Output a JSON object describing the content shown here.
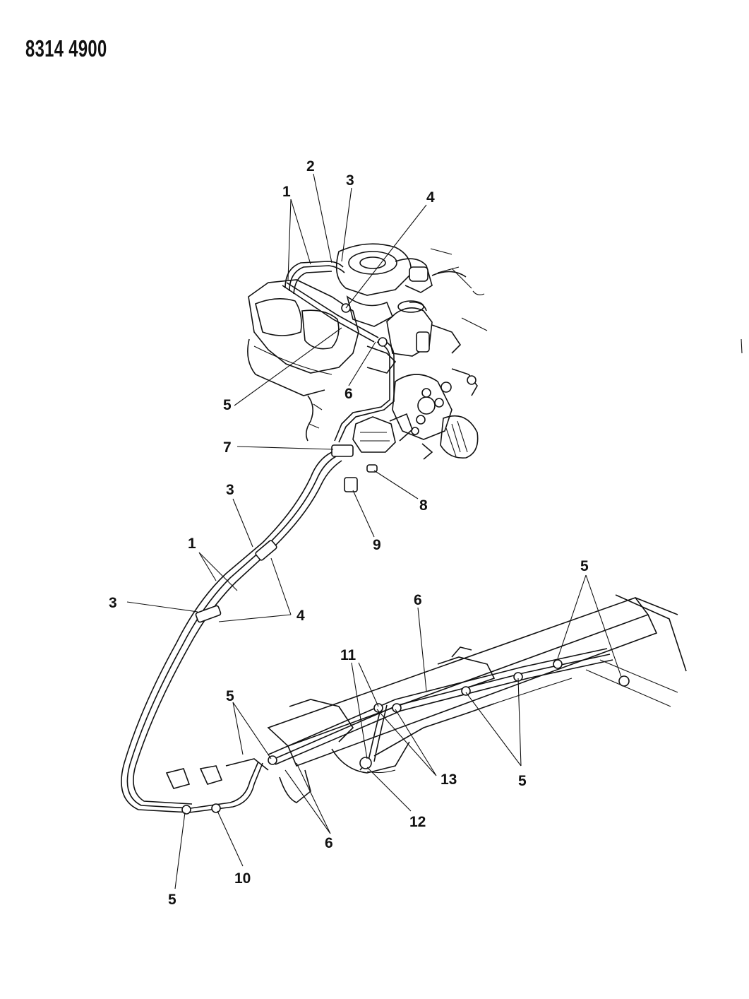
{
  "header": {
    "code": "8314 4900"
  },
  "callouts": {
    "c1_top": "1",
    "c2_top": "2",
    "c3_top": "3",
    "c4_top": "4",
    "c5_engine": "5",
    "c6_engine": "6",
    "c7": "7",
    "c8": "8",
    "c9": "9",
    "c3_mid_upper": "3",
    "c1_mid": "1",
    "c3_mid_lower": "3",
    "c4_mid": "4",
    "c5_rear_top": "5",
    "c6_rail": "6",
    "c11": "11",
    "c5_left": "5",
    "c13": "13",
    "c5_rail_lower": "5",
    "c12": "12",
    "c6_lower": "6",
    "c10": "10",
    "c5_bottom": "5"
  },
  "colors": {
    "ink": "#111111",
    "paper": "#ffffff"
  }
}
